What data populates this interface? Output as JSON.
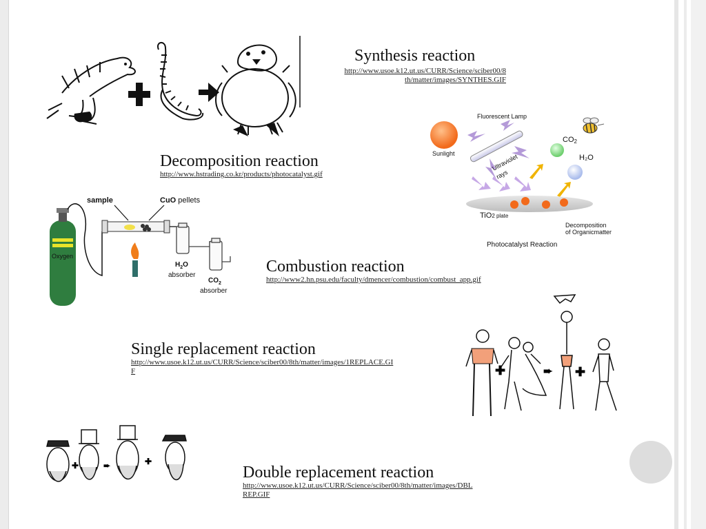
{
  "slide": {
    "synthesis": {
      "title": "Synthesis reaction",
      "link_line1": "http://www.usoe.k12.ut.us/CURR/Science/sciber00/8",
      "link_line2": "th/matter/images/SYNTHES.GIF"
    },
    "decomposition": {
      "title": "Decomposition reaction",
      "link": "http://www.hstrading.co.kr/products/photocatalyst.gif"
    },
    "combustion": {
      "title": "Combustion reaction",
      "link": "http://www2.hn.psu.edu/faculty/dmencer/combustion/combust_app.gif"
    },
    "single_replacement": {
      "title": "Single replacement reaction",
      "link_line1": "http://www.usoe.k12.ut.us/CURR/Science/sciber00/8th/matter/images/1REPLACE.GI",
      "link_line2": "F"
    },
    "double_replacement": {
      "title": "Double replacement reaction",
      "link_line1": "http://www.usoe.k12.ut.us/CURR/Science/sciber00/8th/matter/images/DBL",
      "link_line2": "REP.GIF"
    }
  },
  "photocatalyst": {
    "lamp": "Fluorescent Lamp",
    "sunlight": "Sunlight",
    "co2": "CO",
    "co2_sub": "2",
    "h2o": "H₂O",
    "uv": "Ultraviolet",
    "rays": "rays",
    "tio2": "TiO",
    "tio2_sub": "2 plate",
    "decomp1": "Decomposition",
    "decomp2": "of Organicmatter",
    "caption": "Photocatalyst Reaction",
    "colors": {
      "sun": "#f26a1b",
      "green": "#7fd17f",
      "blue": "#b8c8f0",
      "arrow": "#b49ad8",
      "yellow": "#f0b400"
    }
  },
  "combustion_apparatus": {
    "sample": "sample",
    "cuo": "CuO",
    "pellets": "pellets",
    "oxygen": "Oxygen",
    "h2o": "H",
    "h2o_sub": "2",
    "h2o_o": "O",
    "absorber": "absorber",
    "co2": "CO",
    "co2_sub": "2",
    "absorber2": "absorber",
    "colors": {
      "tank": "#2f7d3f",
      "stripe": "#e8e32a",
      "flame": "#f07d1a"
    }
  }
}
